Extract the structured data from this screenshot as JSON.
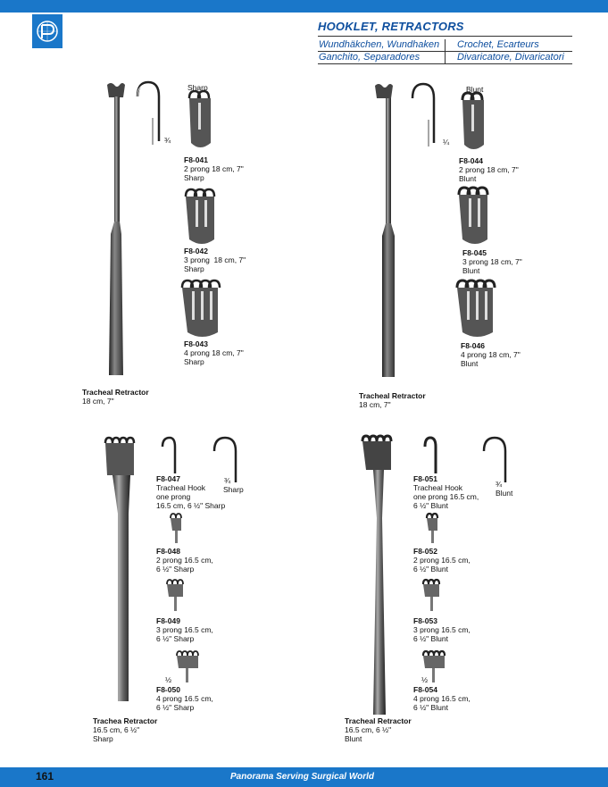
{
  "header": {
    "title": "HOOKLET, RETRACTORS",
    "sub_de": "Wundhäkchen, Wundhaken",
    "sub_fr": "Crochet, Ecarteurs",
    "sub_es": "Ganchito, Separadores",
    "sub_it": "Divaricatore, Divaricatori"
  },
  "top_left": {
    "tip_label": "Sharp",
    "fraction": "¾",
    "items": [
      {
        "code": "F8-041",
        "line1": "2 prong 18 cm, 7\"",
        "line2": "Sharp"
      },
      {
        "code": "F8-042",
        "line1": "3 prong  18 cm, 7\"",
        "line2": "Sharp"
      },
      {
        "code": "F8-043",
        "line1": "4 prong 18 cm, 7\"",
        "line2": "Sharp"
      }
    ],
    "caption_title": "Tracheal Retractor",
    "caption_size": "18 cm, 7\""
  },
  "top_right": {
    "tip_label": "Blunt",
    "fraction": "¼",
    "items": [
      {
        "code": "F8-044",
        "line1": "2 prong 18 cm, 7\"",
        "line2": "Blunt"
      },
      {
        "code": "F8-045",
        "line1": "3 prong 18 cm, 7\"",
        "line2": "Blunt"
      },
      {
        "code": "F8-046",
        "line1": "4 prong 18 cm, 7\"",
        "line2": "Blunt"
      }
    ],
    "caption_title": "Tracheal Retractor",
    "caption_size": "18 cm, 7\""
  },
  "bottom_left": {
    "fraction": "¾",
    "tip_label": "Sharp",
    "items": [
      {
        "code": "F8-047",
        "line1": "Tracheal Hook",
        "line2": "one prong",
        "line3": "16.5 cm, 6 ½\" Sharp"
      },
      {
        "code": "F8-048",
        "line1": "2 prong 16.5 cm,",
        "line2": "6 ½\" Sharp"
      },
      {
        "code": "F8-049",
        "line1": "3 prong 16.5 cm,",
        "line2": "6 ½\" Sharp"
      },
      {
        "code": "F8-050",
        "line1": "4 prong 16.5 cm,",
        "line2": "6 ½\" Sharp"
      }
    ],
    "half": "½",
    "caption_title": "Trachea Retractor",
    "caption_size": "16.5 cm, 6 ½\"",
    "caption_tip": "Sharp"
  },
  "bottom_right": {
    "fraction": "¾",
    "tip_label": "Blunt",
    "items": [
      {
        "code": "F8-051",
        "line1": "Tracheal Hook",
        "line2": "one prong 16.5 cm,",
        "line3": "6 ½\" Blunt"
      },
      {
        "code": "F8-052",
        "line1": "2 prong 16.5 cm,",
        "line2": "6 ½\" Blunt"
      },
      {
        "code": "F8-053",
        "line1": "3 prong 16.5 cm,",
        "line2": "6 ½\" Blunt"
      },
      {
        "code": "F8-054",
        "line1": "4 prong 16.5 cm,",
        "line2": "6 ½\" Blunt"
      }
    ],
    "half": "½",
    "caption_title": "Tracheal Retractor",
    "caption_size": "16.5 cm, 6 ½\"",
    "caption_tip": "Blunt"
  },
  "footer": {
    "page_number": "161",
    "tagline": "Panorama Serving Surgical World"
  }
}
